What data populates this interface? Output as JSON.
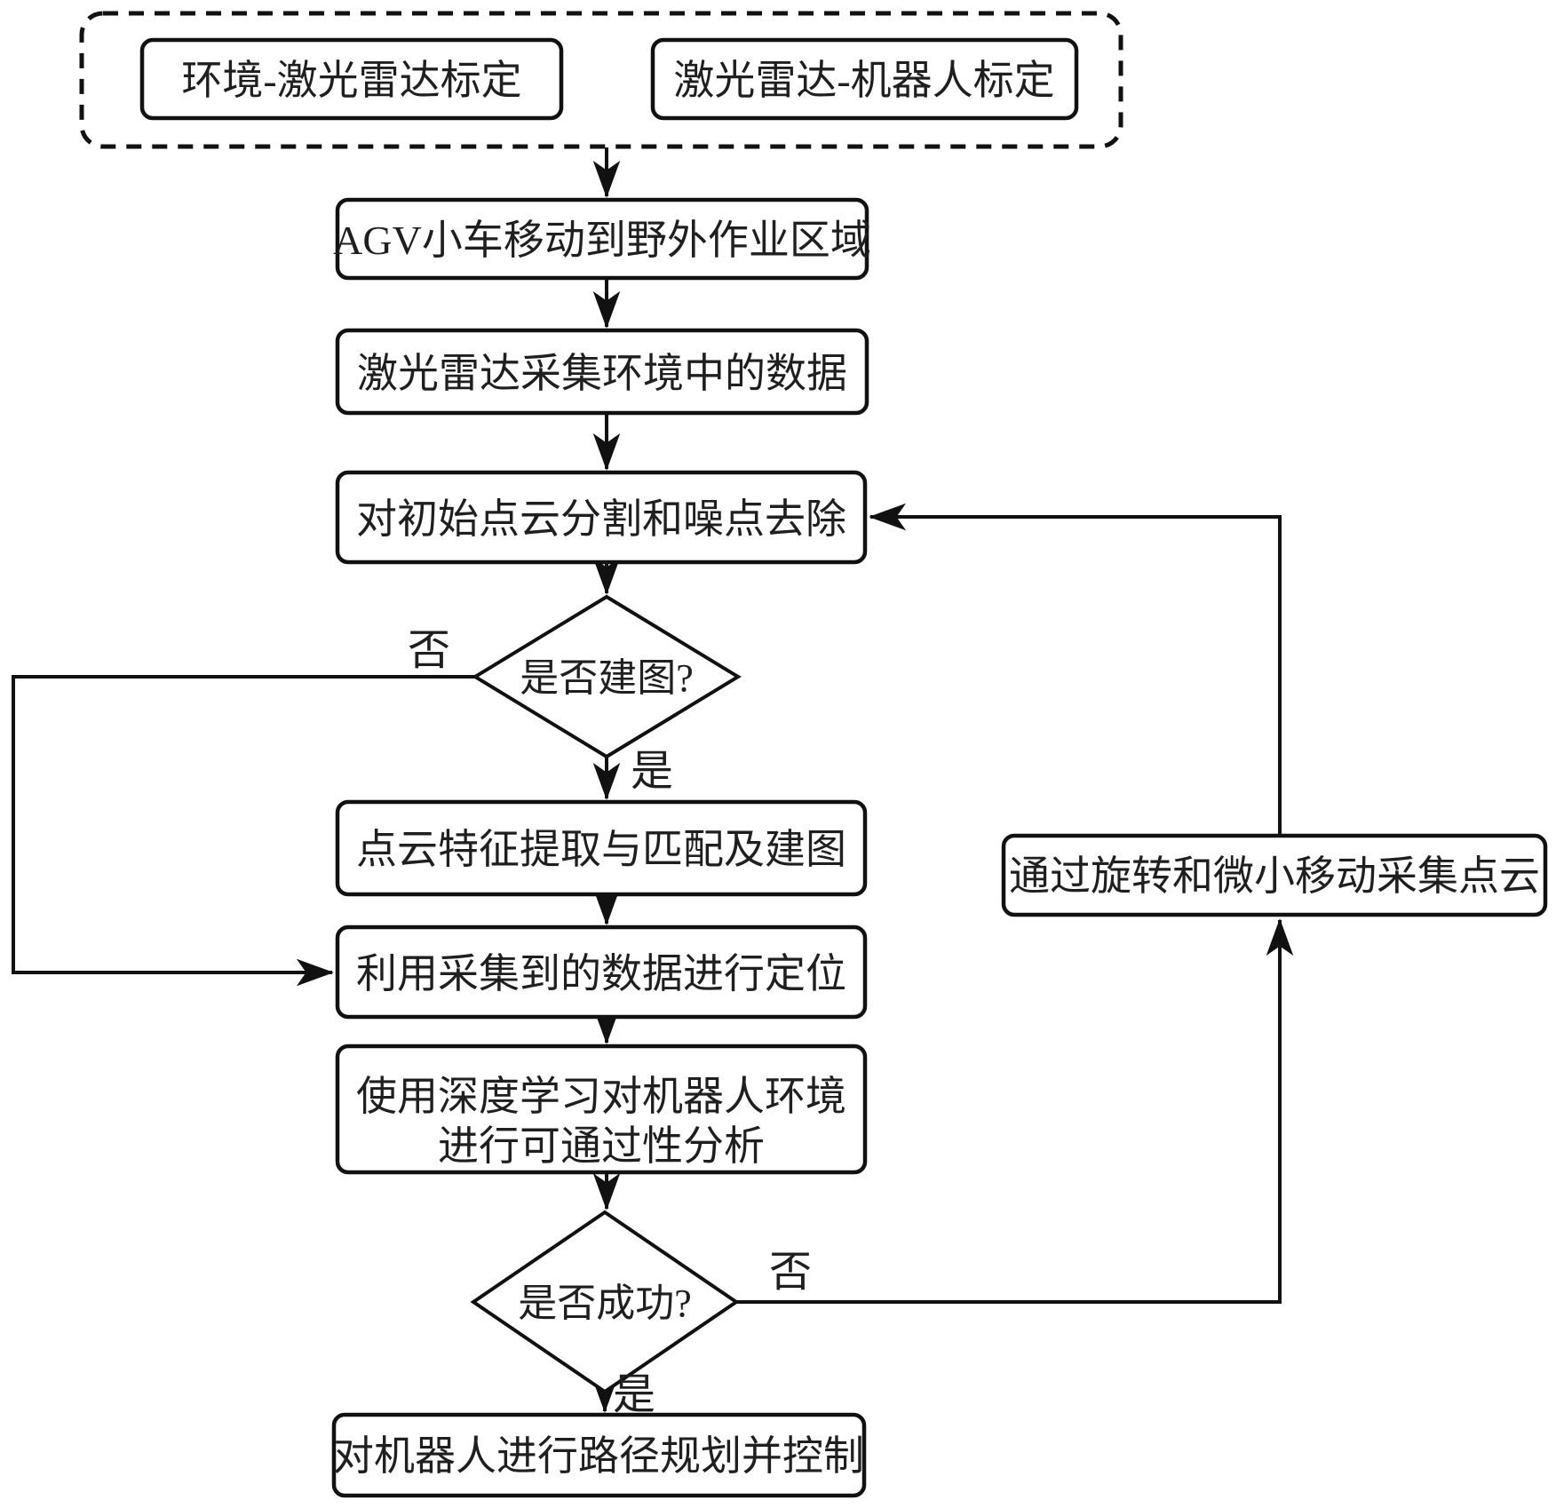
{
  "flowchart": {
    "calibration_group": {
      "env_lidar_calib": "环境-激光雷达标定",
      "lidar_robot_calib": "激光雷达-机器人标定"
    },
    "nodes": {
      "agv_move": "AGV小车移动到野外作业区域",
      "lidar_collect": "激光雷达采集环境中的数据",
      "segment_denoise": "对初始点云分割和噪点去除",
      "feature_mapping": "点云特征提取与匹配及建图",
      "localization": "利用采集到的数据进行定位",
      "traversability": {
        "line1": "使用深度学习对机器人环境",
        "line2": "进行可通过性分析"
      },
      "rotate_collect": "通过旋转和微小移动采集点云",
      "path_control": "对机器人进行路径规划并控制"
    },
    "decisions": {
      "mapping_decision": "是否建图?",
      "success_decision": "是否成功?"
    },
    "branch_labels": {
      "mapping_no": "否",
      "mapping_yes": "是",
      "success_no": "否",
      "success_yes": "是"
    },
    "colors": {
      "line": "#111111",
      "text": "#1f1f1f",
      "background": "#ffffff"
    }
  }
}
